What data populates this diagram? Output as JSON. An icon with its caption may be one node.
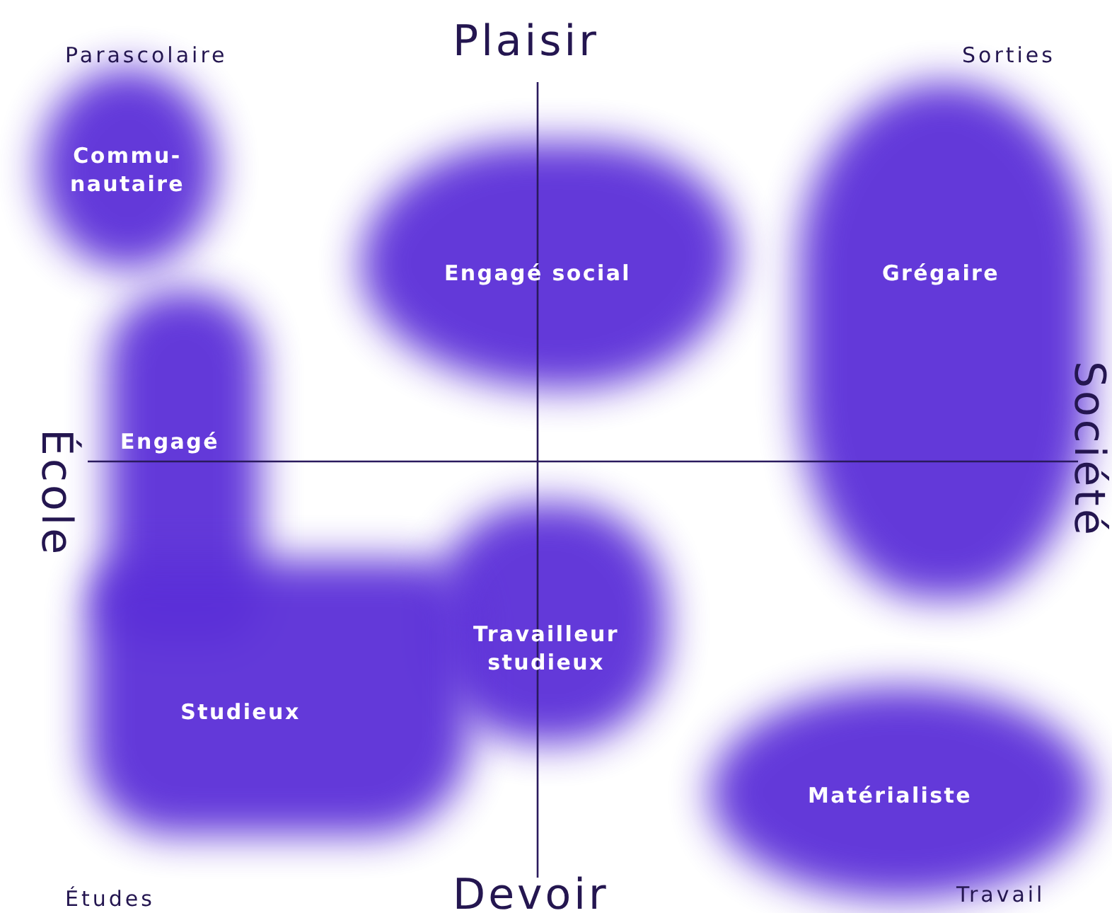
{
  "diagram": {
    "nodes": [
      {
        "text": [
          "Commu-nautaire"
        ]
      },
      {
        "text": [
          "Engagé social"
        ]
      },
      {
        "text": [
          "Grégaire"
        ]
      },
      {
        "text": [
          "Engagé"
        ]
      },
      {
        "text": [
          "Travailleur studieux"
        ]
      },
      {
        "text": [
          "Studieux"
        ]
      },
      {
        "text": [
          "Matérialiste"
        ]
      }
    ],
    "labels": [
      "Parascolaire",
      "Plaisir",
      "Sorties",
      "École",
      "Société",
      "Études",
      "Devoir",
      "Travail"
    ]
  }
}
